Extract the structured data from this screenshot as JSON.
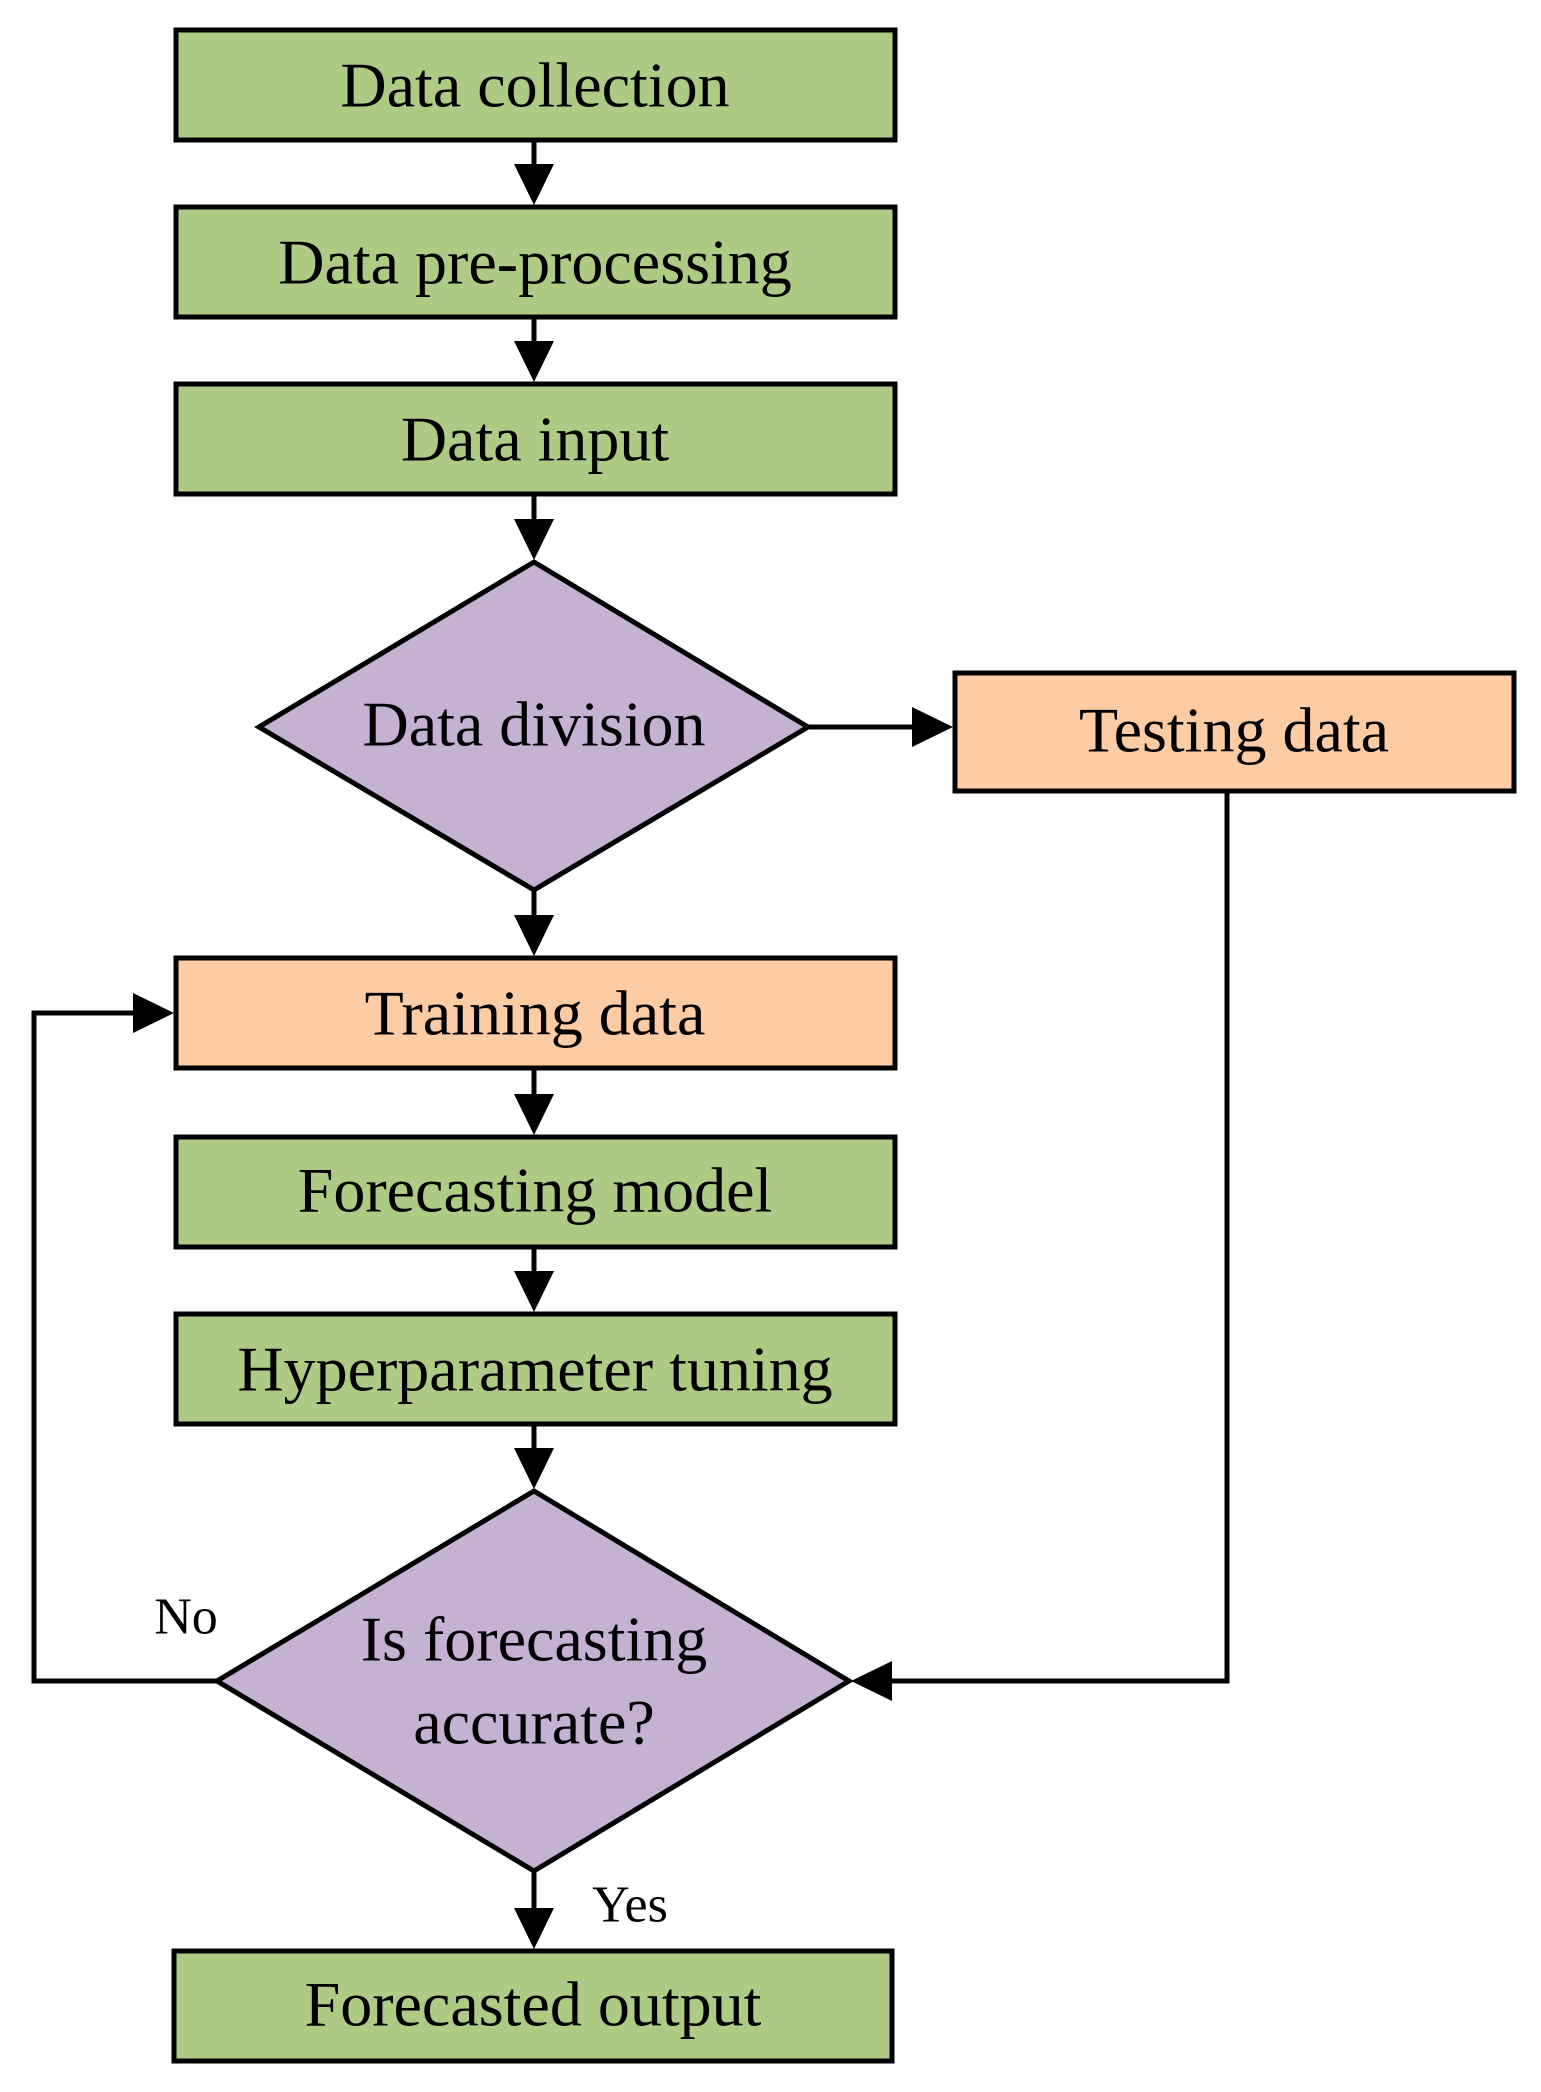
{
  "colors": {
    "process_fill": "#aecb86",
    "data_fill": "#fdcba4",
    "decision_fill": "#c5b2d3",
    "stroke": "#000000"
  },
  "nodes": {
    "data_collection": "Data collection",
    "data_preprocessing": "Data pre-processing",
    "data_input": "Data input",
    "data_division": "Data division",
    "testing_data": "Testing data",
    "training_data": "Training data",
    "forecasting_model": "Forecasting model",
    "hyperparameter_tuning": "Hyperparameter tuning",
    "accuracy_check_line1": "Is forecasting",
    "accuracy_check_line2": "accurate?",
    "forecasted_output": "Forecasted output"
  },
  "edge_labels": {
    "no": "No",
    "yes": "Yes"
  }
}
